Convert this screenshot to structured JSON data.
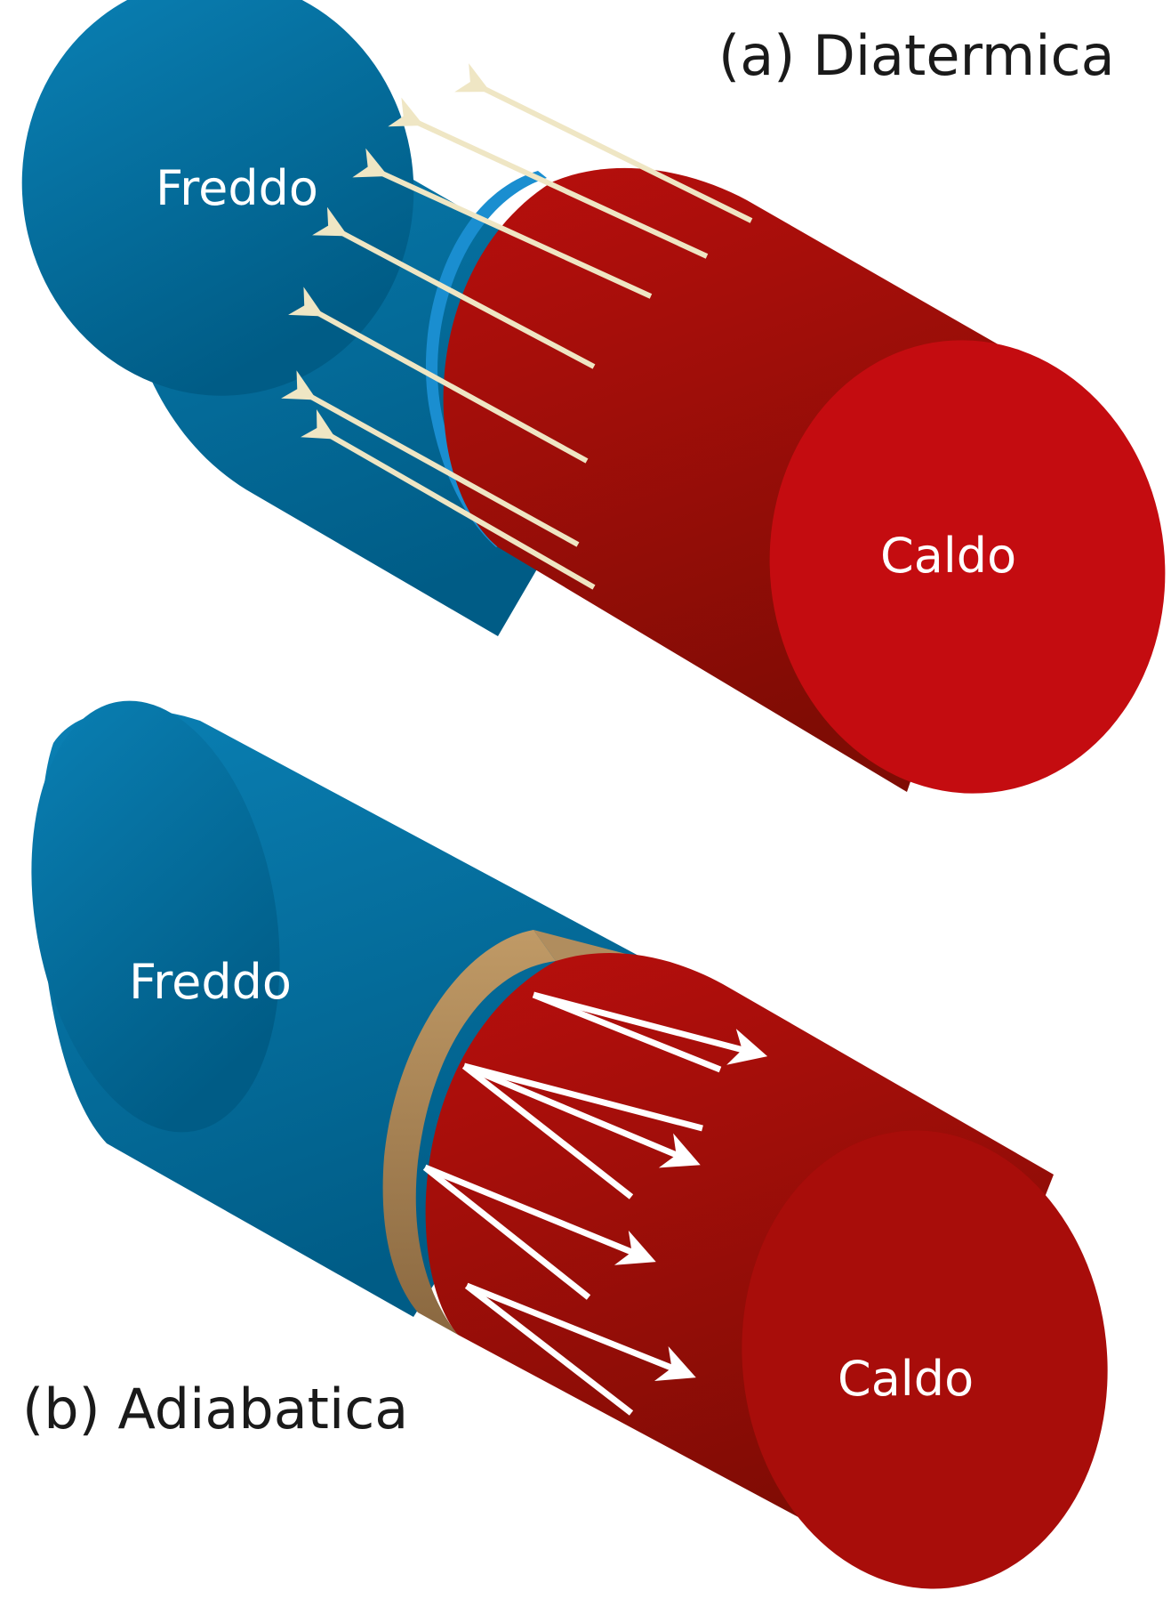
{
  "panels": [
    {
      "id": "a",
      "caption": "(a) Diatermica",
      "cold_label": "Freddo",
      "hot_label": "Caldo",
      "wall": "diathermic"
    },
    {
      "id": "b",
      "caption": "(b) Adiabatica",
      "cold_label": "Freddo",
      "hot_label": "Caldo",
      "wall": "adiabatic"
    }
  ],
  "colors": {
    "cold": "#0a79aa",
    "cold_dark": "#005b83",
    "hot": "#b50e0e",
    "hot_dark": "#8a0d05",
    "hot_face": "#c40c10",
    "diathermic_ring": "#1a8ed0",
    "adiabatic_ring": "#b08d5e",
    "adiabatic_ring_dark": "#8c6a42",
    "heat_arrow": "#efe6c4",
    "reflected_arrow": "#ffffff"
  }
}
